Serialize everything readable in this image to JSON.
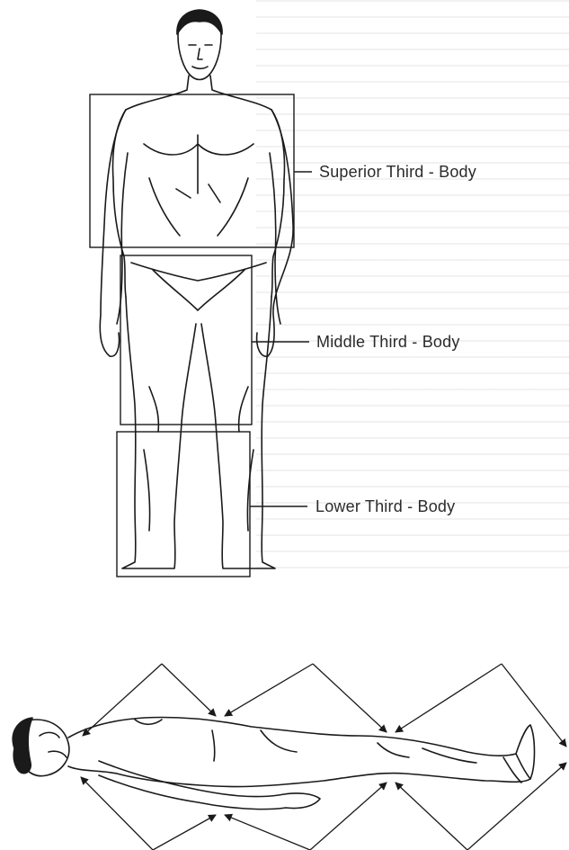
{
  "diagram": {
    "standing_figure": {
      "sections": [
        {
          "id": "superior",
          "label": "Superior Third - Body"
        },
        {
          "id": "middle",
          "label": "Middle Third - Body"
        },
        {
          "id": "lower",
          "label": "Lower Third - Body"
        }
      ]
    },
    "supine_figure": {
      "arrow_count": 12
    },
    "colors": {
      "ink": "#1a1a1a",
      "background": "#ffffff"
    }
  }
}
